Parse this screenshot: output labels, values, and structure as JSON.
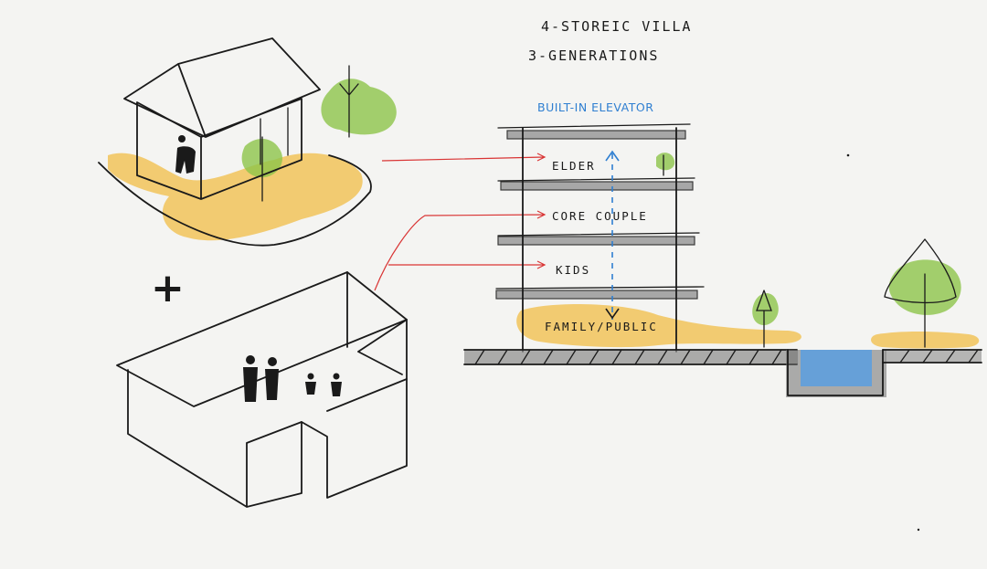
{
  "title": {
    "line1": "4-STOREIC VILLA",
    "line2": "3-GENERATIONS"
  },
  "section": {
    "elevator_label": "BUILT-IN ELEVATOR",
    "floors": [
      {
        "label": "ELDER"
      },
      {
        "label": "CORE COUPLE"
      },
      {
        "label": "KIDS"
      },
      {
        "label": "FAMILY/PUBLIC"
      }
    ]
  },
  "plus_sign": "+",
  "colors": {
    "ink": "#1a1a1a",
    "accent_blue": "#2f7fd1",
    "arrow_red": "#d93434",
    "garden_yellow": "#f2bd45",
    "tree_green": "#8dc44a",
    "water_blue": "#5a9fe0",
    "slab_grey": "#9a9a9a"
  }
}
